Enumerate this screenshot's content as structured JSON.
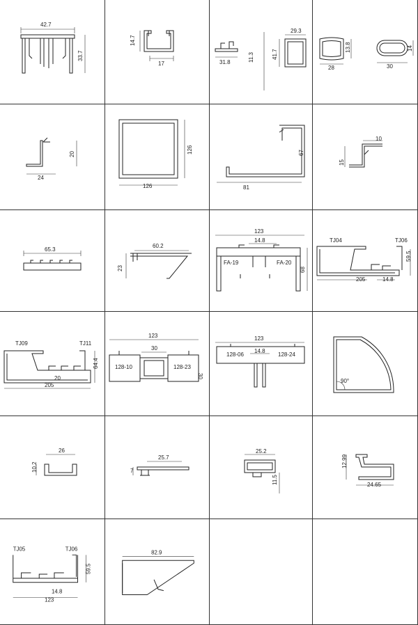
{
  "grid": {
    "columns": 4,
    "rows": 6
  },
  "line_color": "#222222",
  "cells": [
    {
      "labels": [
        "42.7",
        "33.7"
      ]
    },
    {
      "labels": [
        "14.7",
        "17"
      ]
    },
    {
      "labels": [
        "31.8",
        "11.3",
        "29.3",
        "41.7"
      ]
    },
    {
      "labels": [
        "13.8",
        "28",
        "14",
        "30"
      ]
    },
    {
      "labels": [
        "20",
        "24"
      ]
    },
    {
      "labels": [
        "126",
        "126"
      ]
    },
    {
      "labels": [
        "67",
        "81"
      ]
    },
    {
      "labels": [
        "10",
        "15"
      ]
    },
    {
      "labels": [
        "65.3"
      ]
    },
    {
      "labels": [
        "60.2",
        "23"
      ]
    },
    {
      "labels": [
        "123",
        "14.8",
        "FA-19",
        "FA-20",
        "68"
      ]
    },
    {
      "labels": [
        "TJ04",
        "TJ06",
        "59.5",
        "205",
        "14.8"
      ]
    },
    {
      "labels": [
        "TJ09",
        "TJ11",
        "64.4",
        "20",
        "205"
      ]
    },
    {
      "labels": [
        "123",
        "30",
        "128-10",
        "128-23",
        "30"
      ]
    },
    {
      "labels": [
        "123",
        "14.8",
        "128-06",
        "128-24"
      ]
    },
    {
      "labels": [
        "90°"
      ]
    },
    {
      "labels": [
        "26",
        "10.2"
      ]
    },
    {
      "labels": [
        "25.7",
        "7"
      ]
    },
    {
      "labels": [
        "25.2",
        "11.5"
      ]
    },
    {
      "labels": [
        "12.99",
        "24.65"
      ]
    },
    {
      "labels": [
        "TJ05",
        "TJ06",
        "59.5",
        "14.8",
        "123"
      ]
    },
    {
      "labels": [
        "82.9"
      ]
    },
    {
      "labels": []
    },
    {
      "labels": []
    }
  ]
}
